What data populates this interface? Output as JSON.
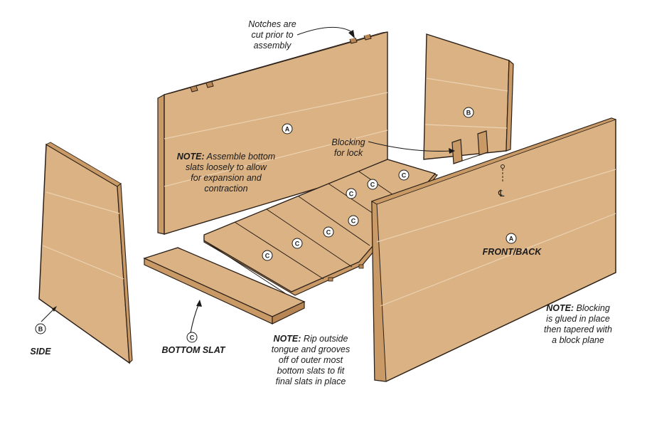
{
  "colors": {
    "wood_face": "#dbb284",
    "wood_edge": "#c99a66",
    "wood_dark": "#b78654",
    "grain": "#ecd2b1",
    "outline": "#2b2018"
  },
  "notes": {
    "notches": [
      "Notches are",
      "cut prior to",
      "assembly"
    ],
    "assemble": {
      "bold": "NOTE:",
      "first": " Assemble bottom",
      "rest": [
        "slats loosely to allow",
        "for expansion and",
        "contraction"
      ]
    },
    "blocking_lock": [
      "Blocking",
      "for lock"
    ],
    "rip": {
      "bold": "NOTE:",
      "first": " Rip outside",
      "rest": [
        "tongue and grooves",
        "off of outer most",
        "bottom slats to fit",
        "final slats in place"
      ]
    },
    "blocking_glued": {
      "bold": "NOTE:",
      "first": " Blocking",
      "rest": [
        "is glued in place",
        "then tapered with",
        "a block plane"
      ]
    }
  },
  "labels": {
    "side": "SIDE",
    "bottom_slat": "BOTTOM SLAT",
    "front_back": "FRONT/BACK",
    "centerline": "℄"
  },
  "parts": {
    "a": "A",
    "b": "B",
    "c": "C"
  }
}
